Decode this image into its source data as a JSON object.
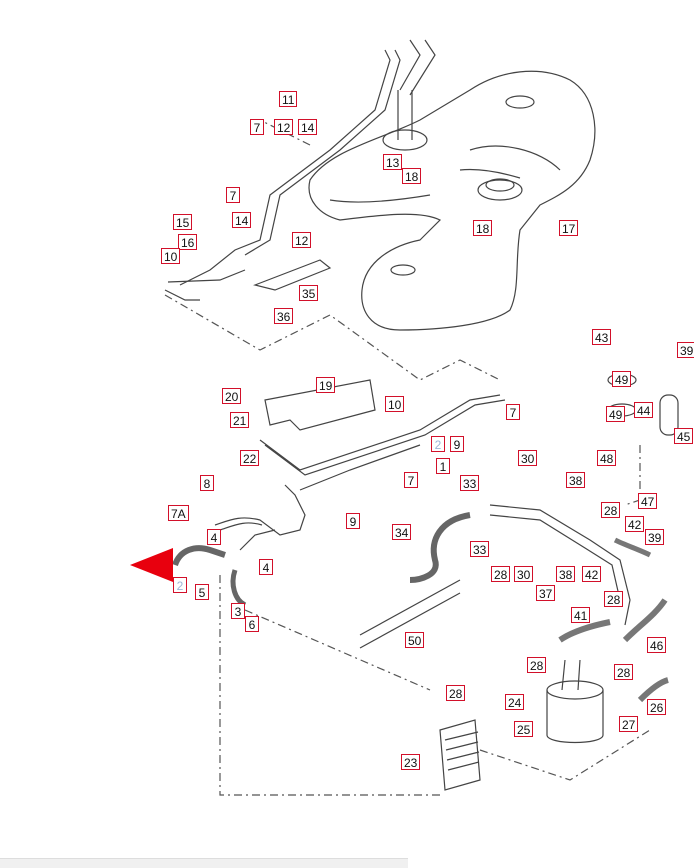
{
  "diagram": {
    "callouts": [
      {
        "id": "c11",
        "label": "11"
      },
      {
        "id": "c7a",
        "label": "7"
      },
      {
        "id": "c12a",
        "label": "12"
      },
      {
        "id": "c14a",
        "label": "14"
      },
      {
        "id": "c7b",
        "label": "7"
      },
      {
        "id": "c13",
        "label": "13"
      },
      {
        "id": "c18a",
        "label": "18"
      },
      {
        "id": "c17",
        "label": "17"
      },
      {
        "id": "c18b",
        "label": "18"
      },
      {
        "id": "c15",
        "label": "15"
      },
      {
        "id": "c14b",
        "label": "14"
      },
      {
        "id": "c16",
        "label": "16"
      },
      {
        "id": "c10a",
        "label": "10"
      },
      {
        "id": "c12b",
        "label": "12"
      },
      {
        "id": "c35",
        "label": "35"
      },
      {
        "id": "c36",
        "label": "36"
      },
      {
        "id": "c43",
        "label": "43"
      },
      {
        "id": "c39a",
        "label": "39"
      },
      {
        "id": "c49a",
        "label": "49"
      },
      {
        "id": "c49b",
        "label": "49"
      },
      {
        "id": "c44",
        "label": "44"
      },
      {
        "id": "c45",
        "label": "45"
      },
      {
        "id": "c20",
        "label": "20"
      },
      {
        "id": "c19",
        "label": "19"
      },
      {
        "id": "c21",
        "label": "21"
      },
      {
        "id": "c10b",
        "label": "10"
      },
      {
        "id": "c7c",
        "label": "7"
      },
      {
        "id": "c2a",
        "label": "2"
      },
      {
        "id": "c9a",
        "label": "9"
      },
      {
        "id": "c1",
        "label": "1"
      },
      {
        "id": "c22",
        "label": "22"
      },
      {
        "id": "c7d",
        "label": "7"
      },
      {
        "id": "c30a",
        "label": "30"
      },
      {
        "id": "c48",
        "label": "48"
      },
      {
        "id": "c8",
        "label": "8"
      },
      {
        "id": "c33a",
        "label": "33"
      },
      {
        "id": "c38a",
        "label": "38"
      },
      {
        "id": "c47",
        "label": "47"
      },
      {
        "id": "c7A",
        "label": "7A"
      },
      {
        "id": "c9b",
        "label": "9"
      },
      {
        "id": "c28a",
        "label": "28"
      },
      {
        "id": "c34",
        "label": "34"
      },
      {
        "id": "c42a",
        "label": "42"
      },
      {
        "id": "c39b",
        "label": "39"
      },
      {
        "id": "c4a",
        "label": "4"
      },
      {
        "id": "c33b",
        "label": "33"
      },
      {
        "id": "c4b",
        "label": "4"
      },
      {
        "id": "c2b",
        "label": "2"
      },
      {
        "id": "c5",
        "label": "5"
      },
      {
        "id": "c28b",
        "label": "28"
      },
      {
        "id": "c30b",
        "label": "30"
      },
      {
        "id": "c38b",
        "label": "38"
      },
      {
        "id": "c42b",
        "label": "42"
      },
      {
        "id": "c37",
        "label": "37"
      },
      {
        "id": "c3",
        "label": "3"
      },
      {
        "id": "c6",
        "label": "6"
      },
      {
        "id": "c28c",
        "label": "28"
      },
      {
        "id": "c41",
        "label": "41"
      },
      {
        "id": "c46",
        "label": "46"
      },
      {
        "id": "c50",
        "label": "50"
      },
      {
        "id": "c28d",
        "label": "28"
      },
      {
        "id": "c28e",
        "label": "28"
      },
      {
        "id": "c28f",
        "label": "28"
      },
      {
        "id": "c24",
        "label": "24"
      },
      {
        "id": "c26",
        "label": "26"
      },
      {
        "id": "c25",
        "label": "25"
      },
      {
        "id": "c27",
        "label": "27"
      },
      {
        "id": "c23",
        "label": "23"
      }
    ],
    "colors": {
      "callout_border": "#d2102a",
      "pointer": "#e8000e",
      "highlight_text": "#9fb6d8",
      "line": "#444444"
    }
  }
}
